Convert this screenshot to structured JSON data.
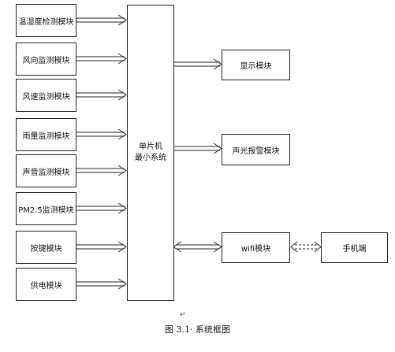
{
  "diagram": {
    "left_modules": [
      "温湿度检测模块",
      "风向监测模块",
      "风速监测模块",
      "雨量监测模块",
      "声音监测模块",
      "PM2.5监测模块",
      "按键模块",
      "供电模块"
    ],
    "mcu": {
      "line1": "单片机",
      "line2": "最小系统"
    },
    "right_modules": {
      "display": "显示模块",
      "alarm": "声光报警模块",
      "wifi": "wifi模块",
      "phone": "手机端"
    },
    "caption": "图 3.1· 系统框图",
    "return_mark": "↵"
  }
}
